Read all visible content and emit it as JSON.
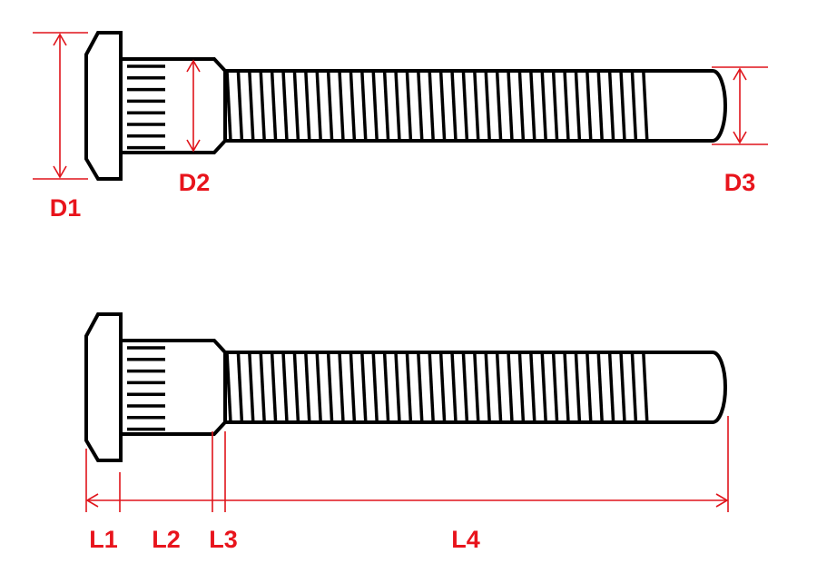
{
  "colors": {
    "outline": "#000000",
    "dimension": "#e8141c",
    "background": "#ffffff"
  },
  "labels": {
    "d1": "D1",
    "d2": "D2",
    "d3": "D3",
    "l1": "L1",
    "l2": "L2",
    "l3": "L3",
    "l4": "L4"
  }
}
